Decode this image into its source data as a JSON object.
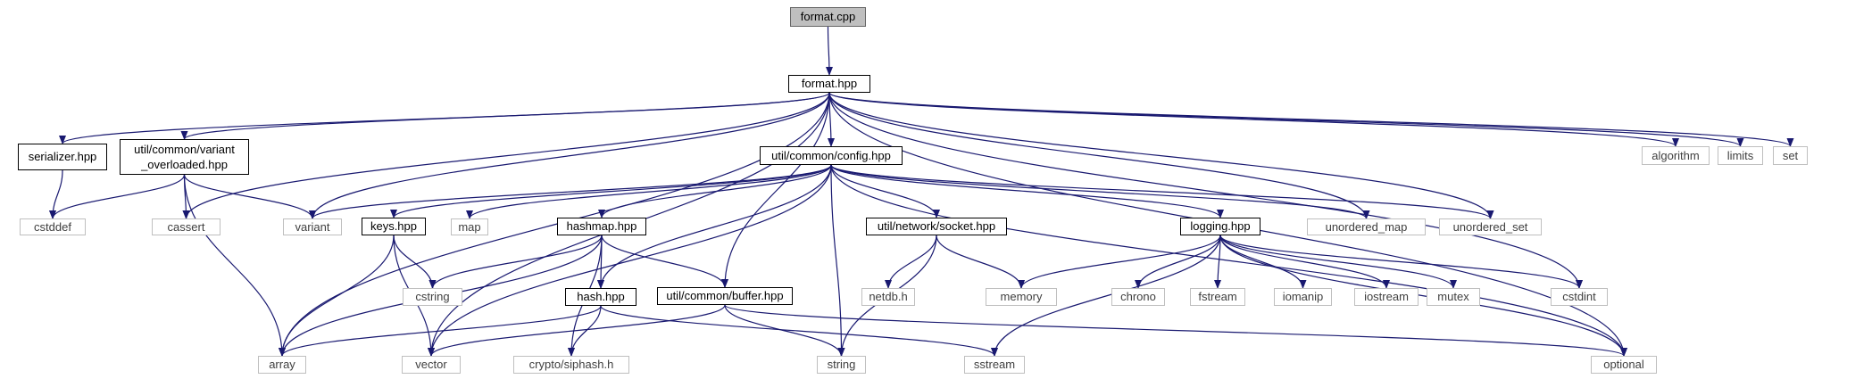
{
  "diagram": {
    "colors": {
      "edge": "#191970",
      "local_border": "#000000",
      "system_border": "#bfbfbf",
      "root_fill": "#bfbfbf"
    },
    "nodes": [
      {
        "id": "format_cpp",
        "label": "format.cpp",
        "kind": "root"
      },
      {
        "id": "format_hpp",
        "label": "format.hpp",
        "kind": "local"
      },
      {
        "id": "serializer_hpp",
        "label": "serializer.hpp",
        "kind": "local"
      },
      {
        "id": "variant_overloaded_hpp",
        "label": "util/common/variant\n_overloaded.hpp",
        "kind": "local"
      },
      {
        "id": "config_hpp",
        "label": "util/common/config.hpp",
        "kind": "local"
      },
      {
        "id": "keys_hpp",
        "label": "keys.hpp",
        "kind": "local"
      },
      {
        "id": "hashmap_hpp",
        "label": "hashmap.hpp",
        "kind": "local"
      },
      {
        "id": "socket_hpp",
        "label": "util/network/socket.hpp",
        "kind": "local"
      },
      {
        "id": "logging_hpp",
        "label": "logging.hpp",
        "kind": "local"
      },
      {
        "id": "hash_hpp",
        "label": "hash.hpp",
        "kind": "local"
      },
      {
        "id": "buffer_hpp",
        "label": "util/common/buffer.hpp",
        "kind": "local"
      },
      {
        "id": "cstddef",
        "label": "cstddef",
        "kind": "system"
      },
      {
        "id": "cassert",
        "label": "cassert",
        "kind": "system"
      },
      {
        "id": "variant",
        "label": "variant",
        "kind": "system"
      },
      {
        "id": "map",
        "label": "map",
        "kind": "system"
      },
      {
        "id": "unordered_map",
        "label": "unordered_map",
        "kind": "system"
      },
      {
        "id": "unordered_set",
        "label": "unordered_set",
        "kind": "system"
      },
      {
        "id": "algorithm",
        "label": "algorithm",
        "kind": "system"
      },
      {
        "id": "limits",
        "label": "limits",
        "kind": "system"
      },
      {
        "id": "set",
        "label": "set",
        "kind": "system"
      },
      {
        "id": "cstring",
        "label": "cstring",
        "kind": "system"
      },
      {
        "id": "netdb_h",
        "label": "netdb.h",
        "kind": "system"
      },
      {
        "id": "memory",
        "label": "memory",
        "kind": "system"
      },
      {
        "id": "chrono",
        "label": "chrono",
        "kind": "system"
      },
      {
        "id": "fstream",
        "label": "fstream",
        "kind": "system"
      },
      {
        "id": "iomanip",
        "label": "iomanip",
        "kind": "system"
      },
      {
        "id": "iostream",
        "label": "iostream",
        "kind": "system"
      },
      {
        "id": "mutex",
        "label": "mutex",
        "kind": "system"
      },
      {
        "id": "cstdint",
        "label": "cstdint",
        "kind": "system"
      },
      {
        "id": "array",
        "label": "array",
        "kind": "system"
      },
      {
        "id": "vector",
        "label": "vector",
        "kind": "system"
      },
      {
        "id": "crypto_siphash_h",
        "label": "crypto/siphash.h",
        "kind": "system"
      },
      {
        "id": "string",
        "label": "string",
        "kind": "system"
      },
      {
        "id": "sstream",
        "label": "sstream",
        "kind": "system"
      },
      {
        "id": "optional",
        "label": "optional",
        "kind": "system"
      }
    ],
    "edges": [
      [
        "format_cpp",
        "format_hpp"
      ],
      [
        "format_hpp",
        "serializer_hpp"
      ],
      [
        "format_hpp",
        "variant_overloaded_hpp"
      ],
      [
        "format_hpp",
        "config_hpp"
      ],
      [
        "format_hpp",
        "array"
      ],
      [
        "format_hpp",
        "vector"
      ],
      [
        "format_hpp",
        "cassert"
      ],
      [
        "format_hpp",
        "variant"
      ],
      [
        "format_hpp",
        "buffer_hpp"
      ],
      [
        "format_hpp",
        "unordered_map"
      ],
      [
        "format_hpp",
        "unordered_set"
      ],
      [
        "format_hpp",
        "cstdint"
      ],
      [
        "format_hpp",
        "optional"
      ],
      [
        "format_hpp",
        "algorithm"
      ],
      [
        "format_hpp",
        "limits"
      ],
      [
        "format_hpp",
        "set"
      ],
      [
        "serializer_hpp",
        "cstddef"
      ],
      [
        "variant_overloaded_hpp",
        "cstddef"
      ],
      [
        "variant_overloaded_hpp",
        "cassert"
      ],
      [
        "variant_overloaded_hpp",
        "variant"
      ],
      [
        "variant_overloaded_hpp",
        "array"
      ],
      [
        "config_hpp",
        "variant"
      ],
      [
        "config_hpp",
        "keys_hpp"
      ],
      [
        "config_hpp",
        "map"
      ],
      [
        "config_hpp",
        "hashmap_hpp"
      ],
      [
        "config_hpp",
        "socket_hpp"
      ],
      [
        "config_hpp",
        "logging_hpp"
      ],
      [
        "config_hpp",
        "unordered_map"
      ],
      [
        "config_hpp",
        "unordered_set"
      ],
      [
        "config_hpp",
        "vector"
      ],
      [
        "config_hpp",
        "string"
      ],
      [
        "config_hpp",
        "hash_hpp"
      ],
      [
        "config_hpp",
        "optional"
      ],
      [
        "keys_hpp",
        "cstring"
      ],
      [
        "keys_hpp",
        "array"
      ],
      [
        "keys_hpp",
        "vector"
      ],
      [
        "hashmap_hpp",
        "hash_hpp"
      ],
      [
        "hashmap_hpp",
        "buffer_hpp"
      ],
      [
        "hashmap_hpp",
        "cstring"
      ],
      [
        "hashmap_hpp",
        "array"
      ],
      [
        "hashmap_hpp",
        "crypto_siphash_h"
      ],
      [
        "hash_hpp",
        "array"
      ],
      [
        "hash_hpp",
        "crypto_siphash_h"
      ],
      [
        "hash_hpp",
        "sstream"
      ],
      [
        "buffer_hpp",
        "vector"
      ],
      [
        "buffer_hpp",
        "string"
      ],
      [
        "buffer_hpp",
        "optional"
      ],
      [
        "socket_hpp",
        "netdb_h"
      ],
      [
        "socket_hpp",
        "memory"
      ],
      [
        "socket_hpp",
        "string"
      ],
      [
        "logging_hpp",
        "memory"
      ],
      [
        "logging_hpp",
        "chrono"
      ],
      [
        "logging_hpp",
        "fstream"
      ],
      [
        "logging_hpp",
        "iomanip"
      ],
      [
        "logging_hpp",
        "iostream"
      ],
      [
        "logging_hpp",
        "mutex"
      ],
      [
        "logging_hpp",
        "cstdint"
      ],
      [
        "logging_hpp",
        "sstream"
      ],
      [
        "logging_hpp",
        "optional"
      ]
    ]
  }
}
